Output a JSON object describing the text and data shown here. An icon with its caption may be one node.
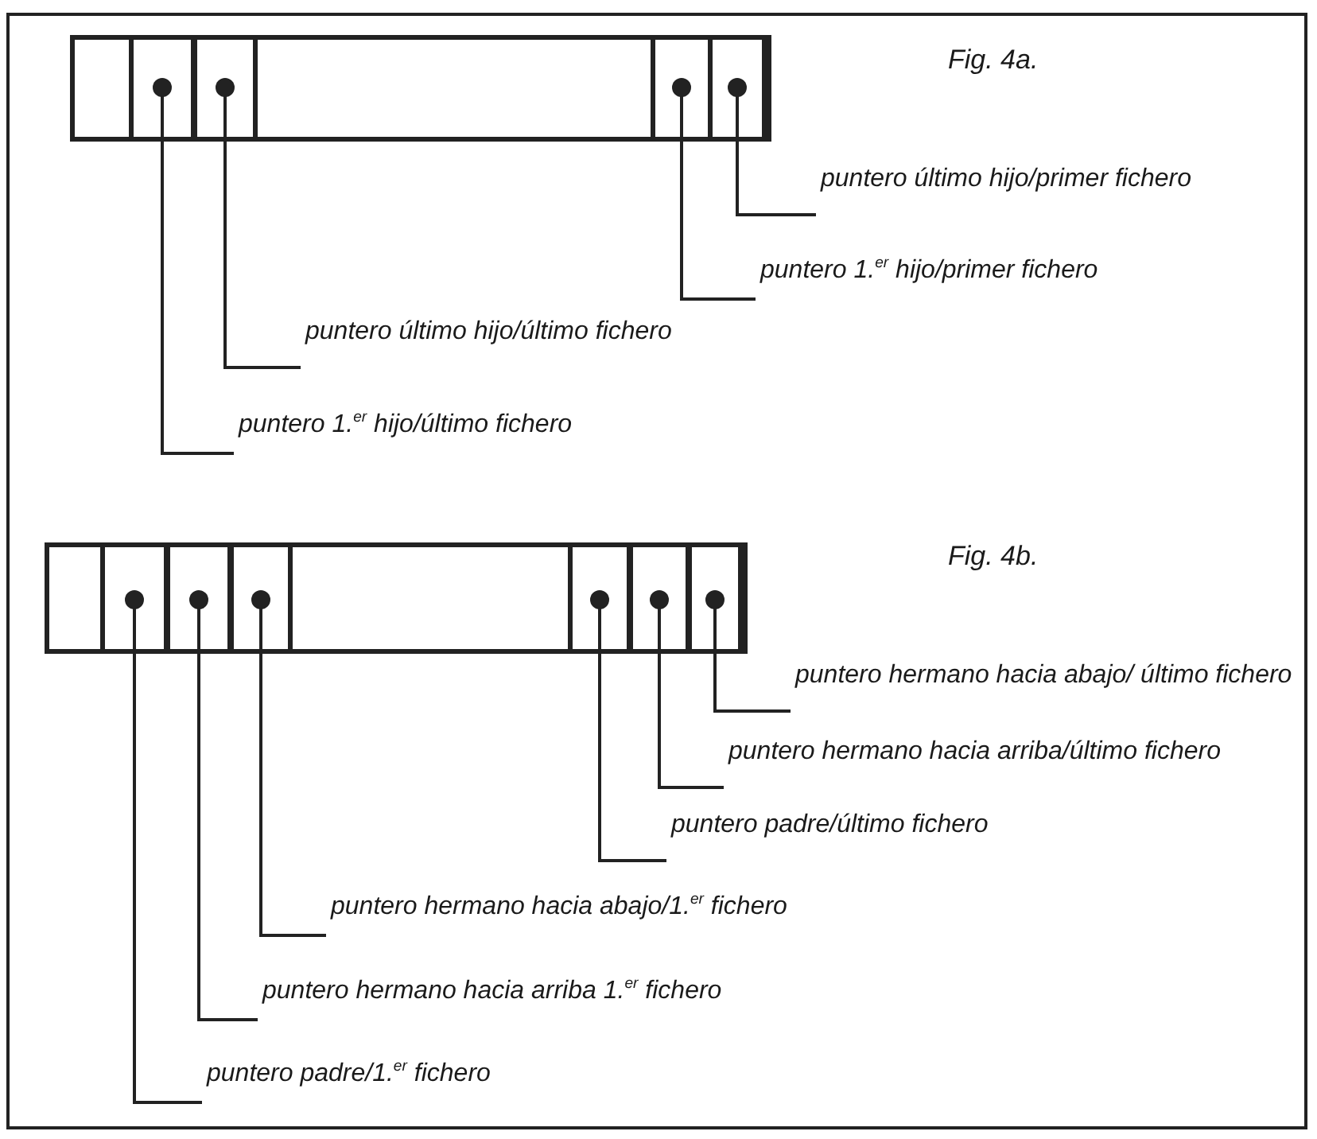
{
  "diagram": {
    "nodes": [
      {
        "text": [],
        "shape": "box"
      },
      {
        "text": [],
        "shape": "box",
        "in": 0
      },
      {
        "text": [],
        "shape": "box",
        "in": 0
      },
      {
        "text": [],
        "shape": "box",
        "in": 0
      },
      {
        "text": [],
        "shape": "box",
        "in": 0
      },
      {
        "text": [
          "puntero último hijo/primer fichero"
        ]
      },
      {
        "text": [
          "puntero 1.$^{er}$ hijo/primer fichero"
        ]
      },
      {
        "text": [
          "puntero último hijo/último fichero"
        ]
      },
      {
        "text": [
          "puntero 1.$^{er}$ hijo/último fichero"
        ]
      },
      {
        "text": [],
        "shape": "box"
      },
      {
        "text": [],
        "shape": "box",
        "in": 9
      },
      {
        "text": [],
        "shape": "box",
        "in": 9
      },
      {
        "text": [],
        "shape": "box",
        "in": 9
      },
      {
        "text": [],
        "shape": "box",
        "in": 9
      },
      {
        "text": [],
        "shape": "box",
        "in": 9
      },
      {
        "text": [],
        "shape": "box",
        "in": 9
      },
      {
        "text": [
          "puntero hermano hacia abajo/ último fichero"
        ]
      },
      {
        "text": [
          "puntero hermano hacia arriba/último fichero"
        ]
      },
      {
        "text": [
          "puntero padre/último fichero"
        ]
      },
      {
        "text": [
          "puntero hermano hacia abajo/1.$^{er}$ fichero"
        ]
      },
      {
        "text": [
          "puntero hermano hacia arriba 1.$^{er}$ fichero"
        ]
      },
      {
        "text": [
          "puntero padre/1.$^{er}$ fichero"
        ]
      }
    ],
    "edges": [
      {
        "from": 5,
        "to": 4,
        "arrow": "other"
      },
      {
        "from": 6,
        "to": 3,
        "arrow": "other"
      },
      {
        "from": 7,
        "to": 2,
        "arrow": "other"
      },
      {
        "from": 8,
        "to": 1,
        "arrow": "other"
      },
      {
        "from": 16,
        "to": 15,
        "arrow": "other"
      },
      {
        "from": 17,
        "to": 14,
        "arrow": "other"
      },
      {
        "from": 18,
        "to": 13,
        "arrow": "other"
      },
      {
        "from": 19,
        "to": 12,
        "arrow": "other"
      },
      {
        "from": 20,
        "to": 11,
        "arrow": "other"
      },
      {
        "from": 21,
        "to": 10,
        "arrow": "other"
      }
    ],
    "labels": [
      "Fig. 4a.",
      "Fig. 4b."
    ]
  }
}
